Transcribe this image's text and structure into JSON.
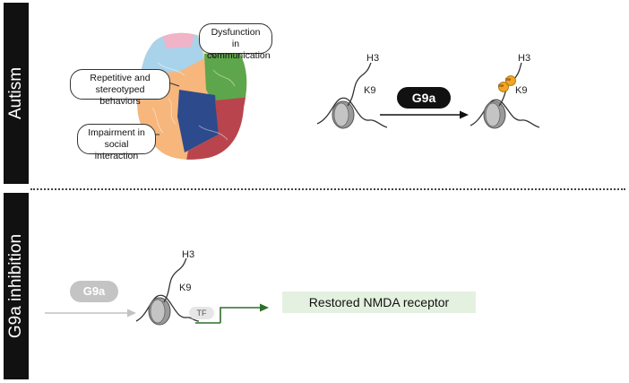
{
  "sections": {
    "top_label": "Autism",
    "bottom_label": "G9a inhibition"
  },
  "brain_callouts": {
    "dysfunction": [
      "Dysfunction in",
      "communication"
    ],
    "repetitive": [
      "Repetitive and",
      "stereotyped behaviors"
    ],
    "impairment": [
      "Impairment in",
      "social interaction"
    ]
  },
  "top_diagram": {
    "left_h3": "H3",
    "left_k9": "K9",
    "enzyme": "G9a",
    "right_h3": "H3",
    "right_k9": "K9",
    "methyl_marks": [
      "Me",
      "Me"
    ]
  },
  "bottom_diagram": {
    "enzyme": "G9a",
    "h3": "H3",
    "k9": "K9",
    "tf": "TF",
    "outcome": "Restored NMDA receptor"
  },
  "colors": {
    "bar": "#111111",
    "brain_blue": "#a9d3ea",
    "brain_pink": "#f0b3c8",
    "brain_green": "#5ea64b",
    "brain_orange": "#f6b67c",
    "brain_navy": "#2d4a8c",
    "brain_red": "#b9444e",
    "methyl": "#f2a524",
    "outcome_bg": "#e4f1e0",
    "arrow_green": "#2f6f2a"
  }
}
